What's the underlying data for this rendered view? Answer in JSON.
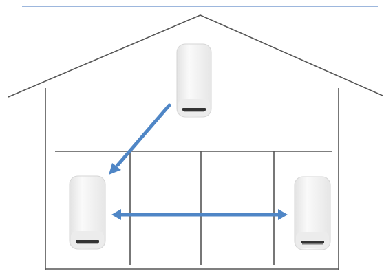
{
  "diagram": {
    "kind": "mesh-wifi-house",
    "colors": {
      "top_rule": "#9db7dd",
      "house_lines": "#555555",
      "arrow": "#4f86c6",
      "router_body": "#f4f4f4",
      "router_edge": "#d6d6d6",
      "router_vents": "#333333"
    },
    "nodes": [
      {
        "id": "router-upper",
        "role": "mesh-router"
      },
      {
        "id": "router-lower-left",
        "role": "mesh-satellite"
      },
      {
        "id": "router-lower-right",
        "role": "mesh-satellite"
      }
    ],
    "links": [
      {
        "from": "router-upper",
        "to": "router-lower-left",
        "direction": "one-way"
      },
      {
        "from": "router-lower-left",
        "to": "router-lower-right",
        "direction": "two-way"
      }
    ]
  }
}
